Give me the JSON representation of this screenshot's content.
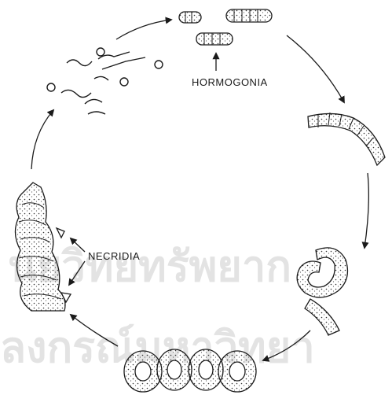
{
  "labels": {
    "hormogonia": "HORMOGONIA",
    "necridia": "NECRIDIA"
  },
  "watermark": {
    "line1": "นยวิทยทรัพยาก",
    "line2": "ลงกรณ์มหาวิทยา",
    "color": "#e3e3e3"
  },
  "colors": {
    "ink": "#1a1a1a",
    "background": "#ffffff"
  }
}
